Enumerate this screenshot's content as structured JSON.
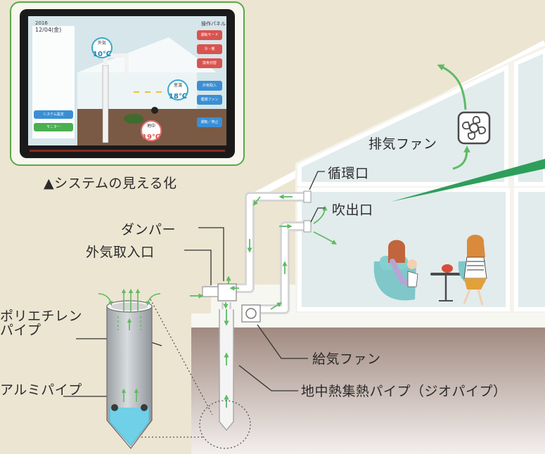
{
  "tablet": {
    "caption": "▲システムの見える化",
    "date_year": "2016",
    "date_day": "12/04(金)",
    "outdoor_label": "外気",
    "outdoor_temp": "10℃",
    "room_label": "室温",
    "room_temp": "18℃",
    "ground_label": "地中",
    "ground_temp": "19℃",
    "panel_title": "操作パネル",
    "side_buttons": [
      "運転モード",
      "冷・暖",
      "換気切替",
      "外気取入",
      "循環ファン",
      "運転／停止"
    ],
    "left_buttons": [
      "システム設定",
      "モニター"
    ]
  },
  "labels": {
    "exhaust_fan": "排気ファン",
    "circulation_port": "循環口",
    "outlet": "吹出口",
    "damper": "ダンパー",
    "outside_air_intake": "外気取入口",
    "polyethylene_pipe": "ポリエチレン\nパイプ",
    "polyethylene_pipe_line1": "ポリエチレン",
    "polyethylene_pipe_line2": "パイプ",
    "aluminum_pipe": "アルミパイプ",
    "supply_fan": "給気ファン",
    "geo_pipe": "地中熱集熱パイプ（ジオパイプ）"
  },
  "colors": {
    "green_arrow": "#5dbb63",
    "tablet_border": "#5aa84a",
    "soil_top": "#a08a80",
    "soil_bottom": "#f4efee",
    "sky": "#e8f1f0",
    "pipe_tip": "#6fd0e8"
  },
  "icons": [
    "fan-icon",
    "arrow-icon",
    "pipe-icon"
  ]
}
